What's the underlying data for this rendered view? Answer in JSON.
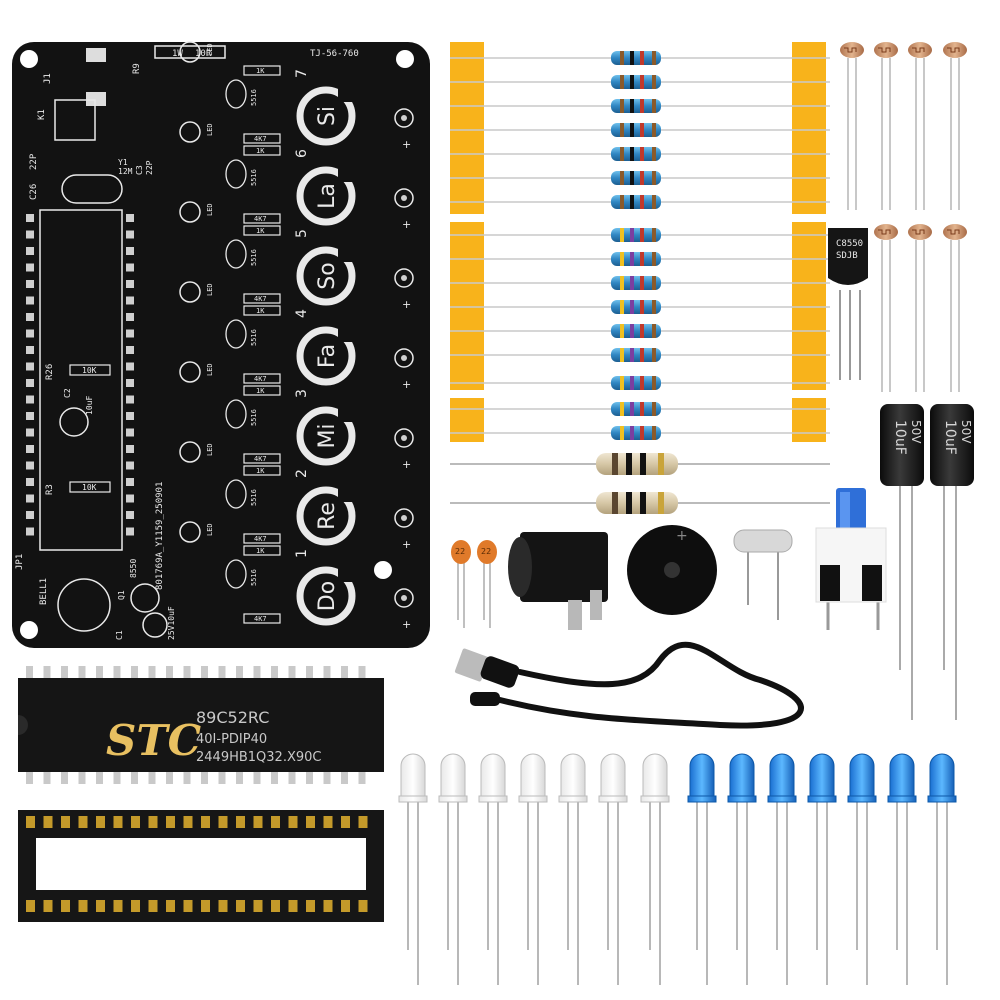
{
  "pcb": {
    "board_id": "TJ-56-760",
    "ref_label": "801769A_Y1159_250901",
    "resistor_value_top": "10R",
    "resistor_power_top": "1W",
    "notes": [
      {
        "name": "Do",
        "number": "1"
      },
      {
        "name": "Re",
        "number": "2"
      },
      {
        "name": "Mi",
        "number": "3"
      },
      {
        "name": "Fa",
        "number": "4"
      },
      {
        "name": "So",
        "number": "5"
      },
      {
        "name": "La",
        "number": "6"
      },
      {
        "name": "Si",
        "number": "7"
      }
    ],
    "silk_labels": {
      "j1": "J1",
      "k1": "K1",
      "r9": "R9",
      "c26": "C26",
      "cap22p": "22P",
      "y1": "Y1",
      "y1_freq": "12M",
      "c3": "C3",
      "c3_val": "22P",
      "r26": "R26",
      "r26_val": "10K",
      "c2": "C2",
      "c2_val": "10uF",
      "r3": "R3",
      "r3_val": "10K",
      "jp1": "JP1",
      "bell": "BELL1",
      "q1": "Q1",
      "q1_part": "8550",
      "c1": "C1",
      "c1_val": "25V10uF",
      "val_1k": "1K",
      "val_4k7": "4K7",
      "ldr": "5516",
      "led": "LED"
    }
  },
  "chip": {
    "brand": "STC",
    "model": "89C52RC",
    "package": "40I-PDIP40",
    "lot": "2449HB1Q32.X90C"
  },
  "transistor": {
    "line1": "C8550",
    "line2": "SDJB"
  },
  "capacitors": {
    "ceramic_label": "22",
    "electrolytic_value": "10uF",
    "electrolytic_voltage": "50V"
  },
  "colors": {
    "pcb": "#111111",
    "silk": "#e9e9e9",
    "tape": "#f8b31b",
    "resistor_body": "#3a8fc7",
    "blue_led": "#1f8fe0"
  }
}
